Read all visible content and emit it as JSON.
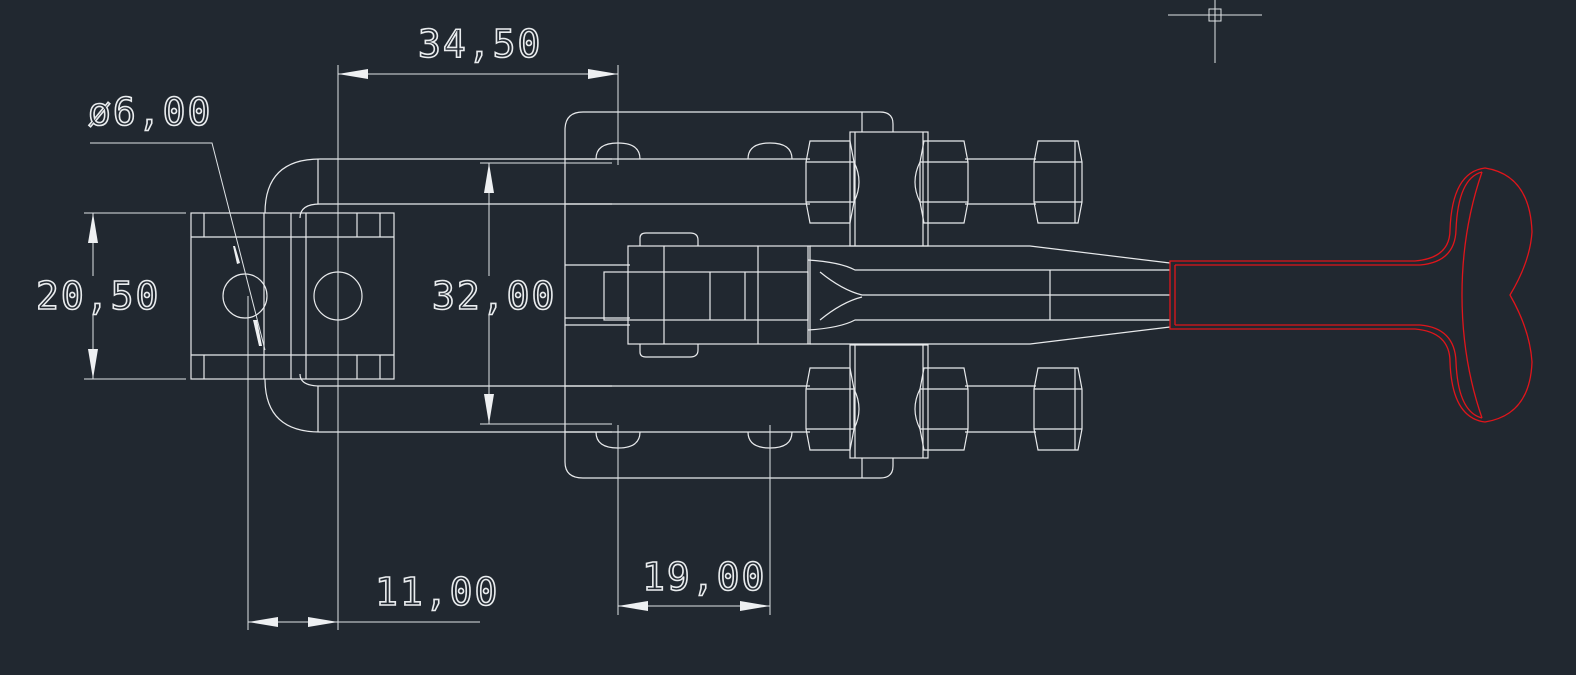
{
  "drawing": {
    "background_color": "#212830",
    "line_color": "#e8eaec",
    "handle_color": "#e0151b",
    "dimensions": {
      "top_length": "34,50",
      "hole_diameter": "ø6,00",
      "block_height": "20,50",
      "arm_spacing": "32,00",
      "hole_offset": "11,00",
      "bolt_spacing": "19,00"
    }
  },
  "icons": [
    "crosshair-cursor-icon"
  ]
}
